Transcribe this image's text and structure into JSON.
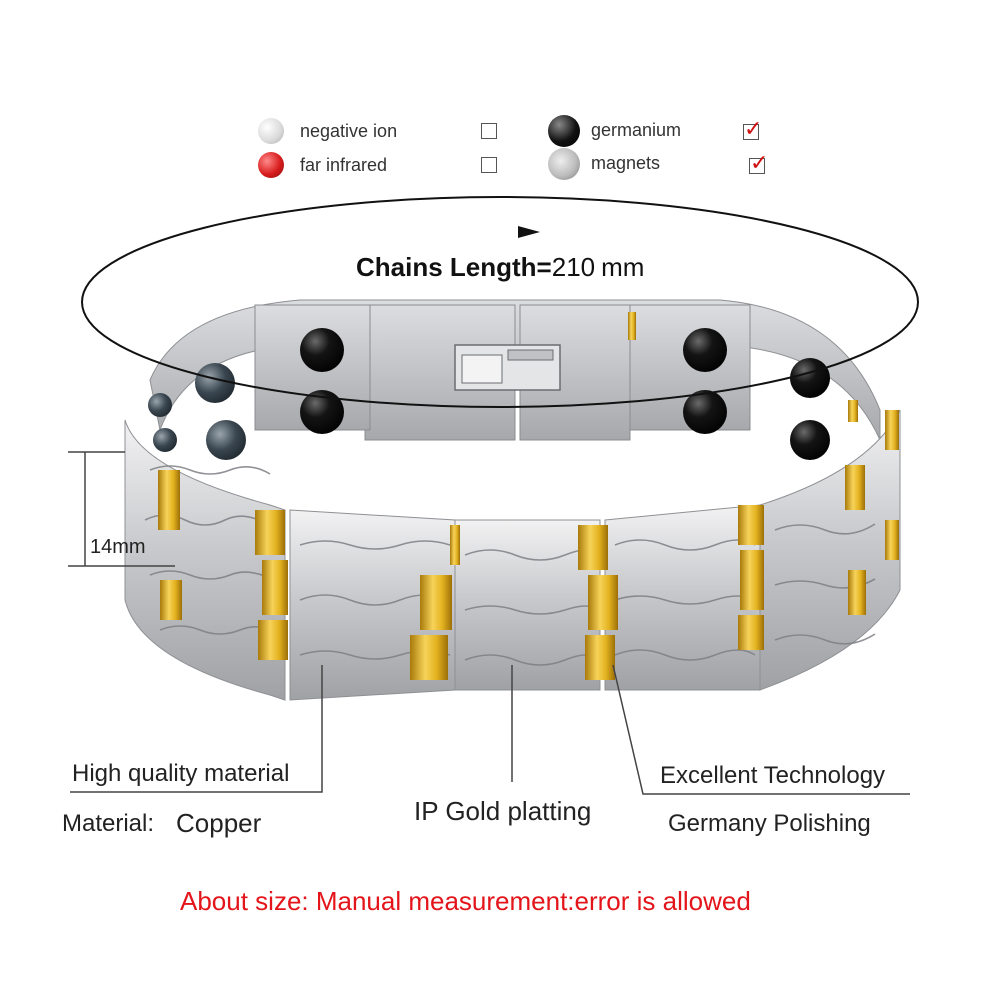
{
  "legend": {
    "items": [
      {
        "label": "negative ion",
        "checked": false,
        "dot_color": "#ececec"
      },
      {
        "label": "far infrared",
        "checked": false,
        "dot_color": "#d81d1d"
      },
      {
        "label": "germanium",
        "checked": true,
        "dot_color": "#111111"
      },
      {
        "label": "magnets",
        "checked": true,
        "dot_color": "#bdbdbd"
      }
    ],
    "check_color": "#d11111"
  },
  "chain_length": {
    "label": "Chains Length=",
    "value": "210",
    "unit": "mm"
  },
  "width_dimension": "14mm",
  "specs": {
    "material_heading": "High quality material",
    "material_label": "Material:",
    "material_value": "Copper",
    "plating": "IP Gold platting",
    "technology_heading": "Excellent Technology",
    "technology_value": "Germany Polishing"
  },
  "note": "About size: Manual measurement:error is allowed",
  "colors": {
    "gold": "#e3b21f",
    "silver": "#cfd0d3",
    "note_red": "#e3151a"
  }
}
